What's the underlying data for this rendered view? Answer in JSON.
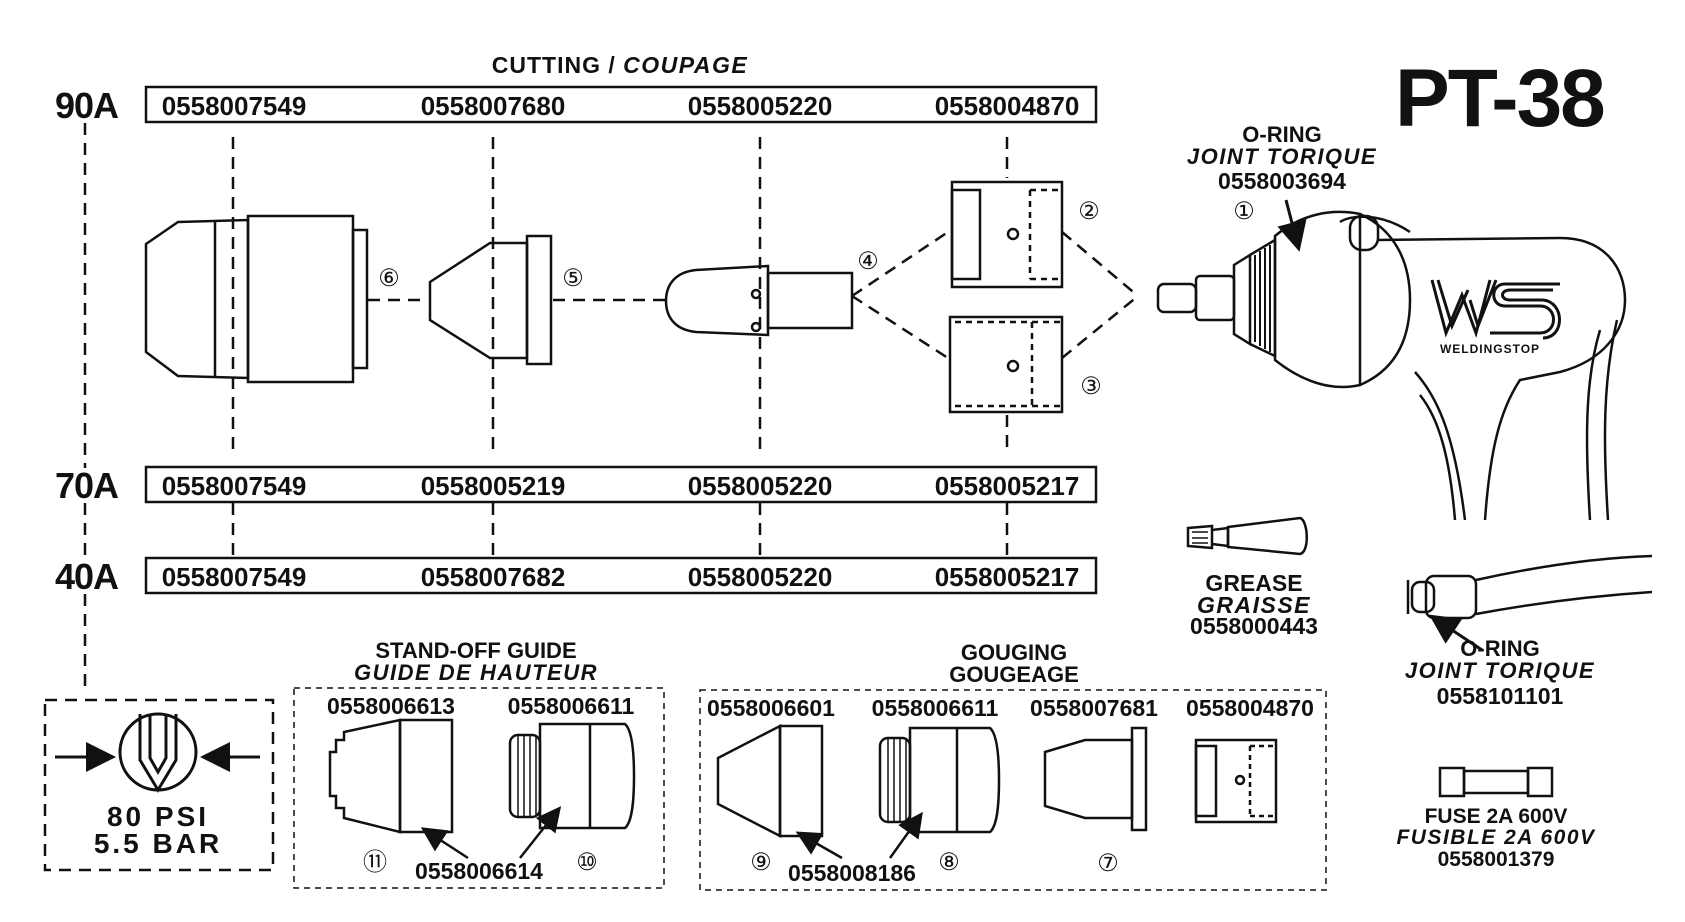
{
  "title": "PT-38",
  "cutting": {
    "heading": "CUTTING",
    "heading_sep": "/",
    "heading_fr": "COUPAGE"
  },
  "rows": [
    {
      "amp": "90A",
      "parts": [
        "0558007549",
        "0558007680",
        "0558005220",
        "0558004870"
      ]
    },
    {
      "amp": "70A",
      "parts": [
        "0558007549",
        "0558005219",
        "0558005220",
        "0558005217"
      ]
    },
    {
      "amp": "40A",
      "parts": [
        "0558007549",
        "0558007682",
        "0558005220",
        "0558005217"
      ]
    }
  ],
  "callouts": [
    "①",
    "②",
    "③",
    "④",
    "⑤",
    "⑥",
    "⑦",
    "⑧",
    "⑨",
    "⑩",
    "⑪"
  ],
  "oring_top": {
    "label": "O-RING",
    "label_fr": "JOINT TORIQUE",
    "part": "0558003694"
  },
  "grease": {
    "label": "GREASE",
    "label_fr": "GRAISSE",
    "part": "0558000443"
  },
  "oring_bottom": {
    "label": "O-RING",
    "label_fr": "JOINT TORIQUE",
    "part": "0558101101"
  },
  "fuse": {
    "label": "FUSE 2A 600V",
    "label_fr": "FUSIBLE 2A 600V",
    "part": "0558001379"
  },
  "pressure": {
    "psi": "80 PSI",
    "bar": "5.5 BAR"
  },
  "standoff": {
    "label": "STAND-OFF GUIDE",
    "label_fr": "GUIDE DE HAUTEUR",
    "parts": [
      "0558006613",
      "0558006611"
    ],
    "shared": "0558006614"
  },
  "gouging": {
    "label": "GOUGING",
    "label_fr": "GOUGEAGE",
    "parts": [
      "0558006601",
      "0558006611",
      "0558007681",
      "0558004870"
    ],
    "shared": "0558008186"
  },
  "logo": {
    "text": "WS",
    "brand": "WELDINGSTOP"
  },
  "colors": {
    "ink": "#111111",
    "background": "#ffffff"
  }
}
